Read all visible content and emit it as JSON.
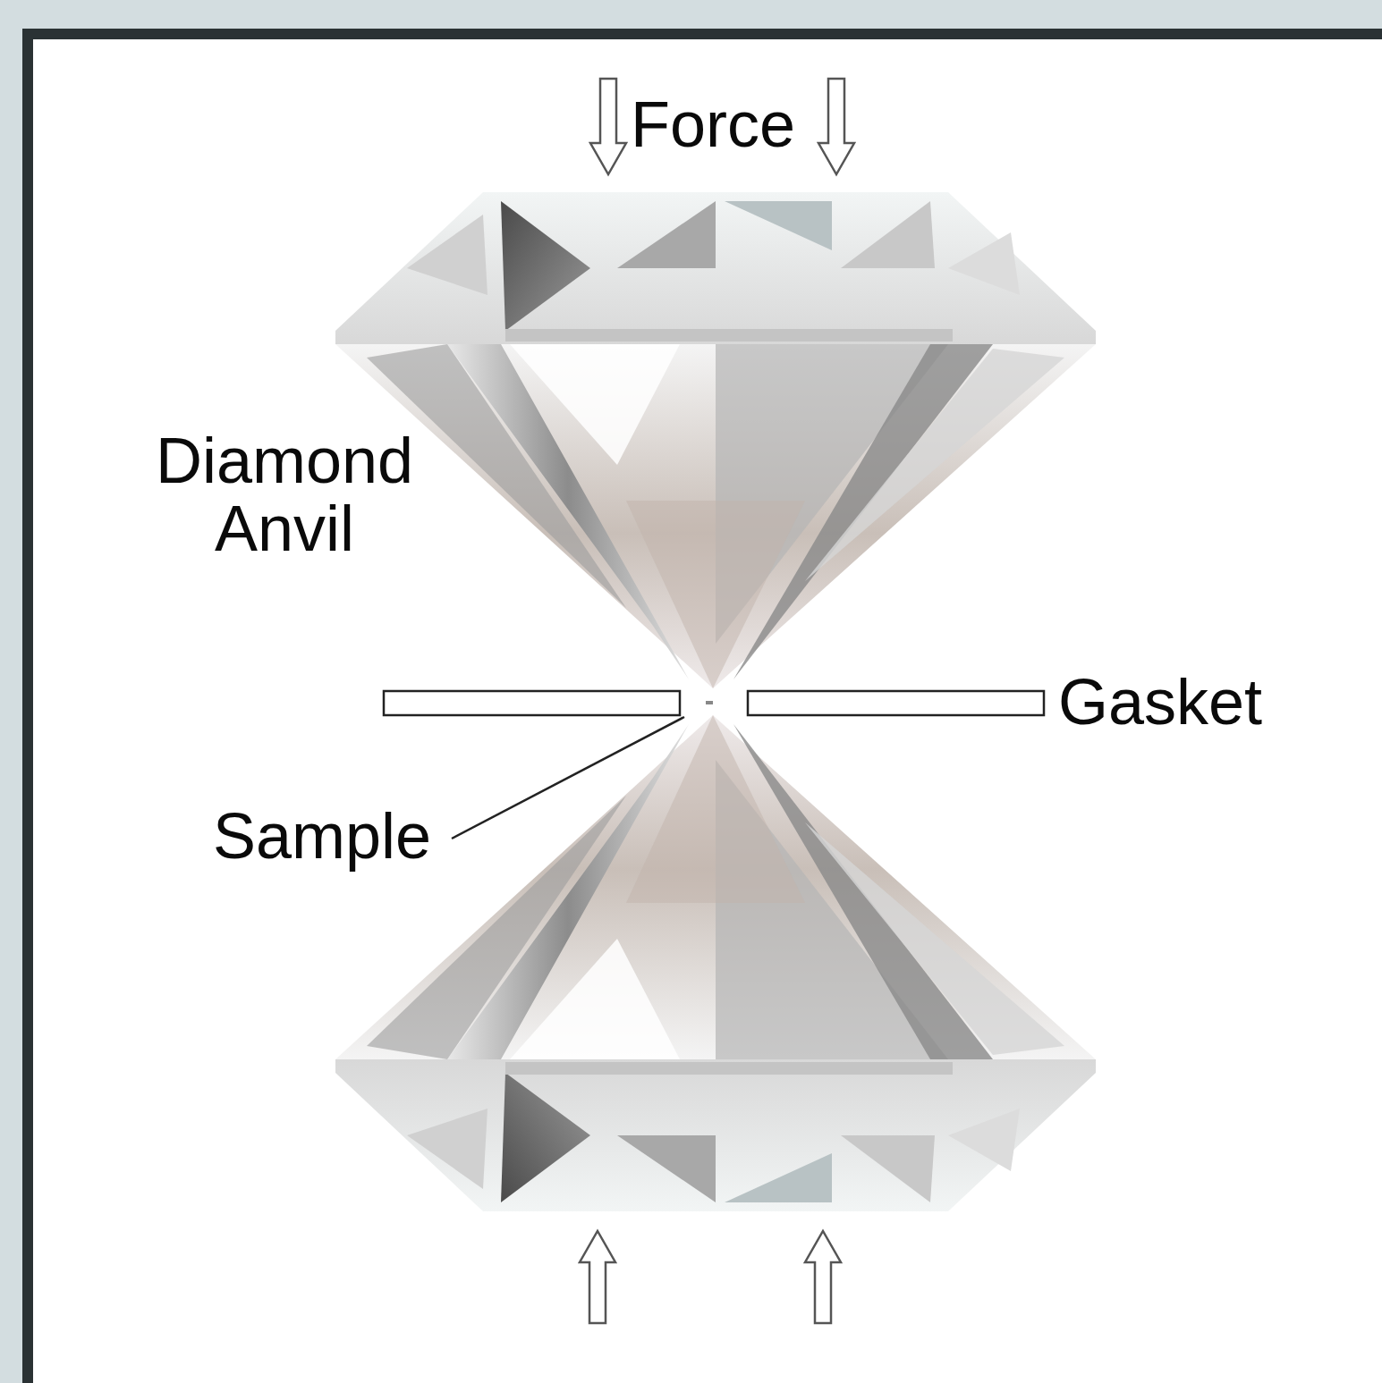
{
  "diagram": {
    "labels": [
      "Force",
      "Diamond Anvil",
      "Gasket",
      "Sample"
    ]
  }
}
